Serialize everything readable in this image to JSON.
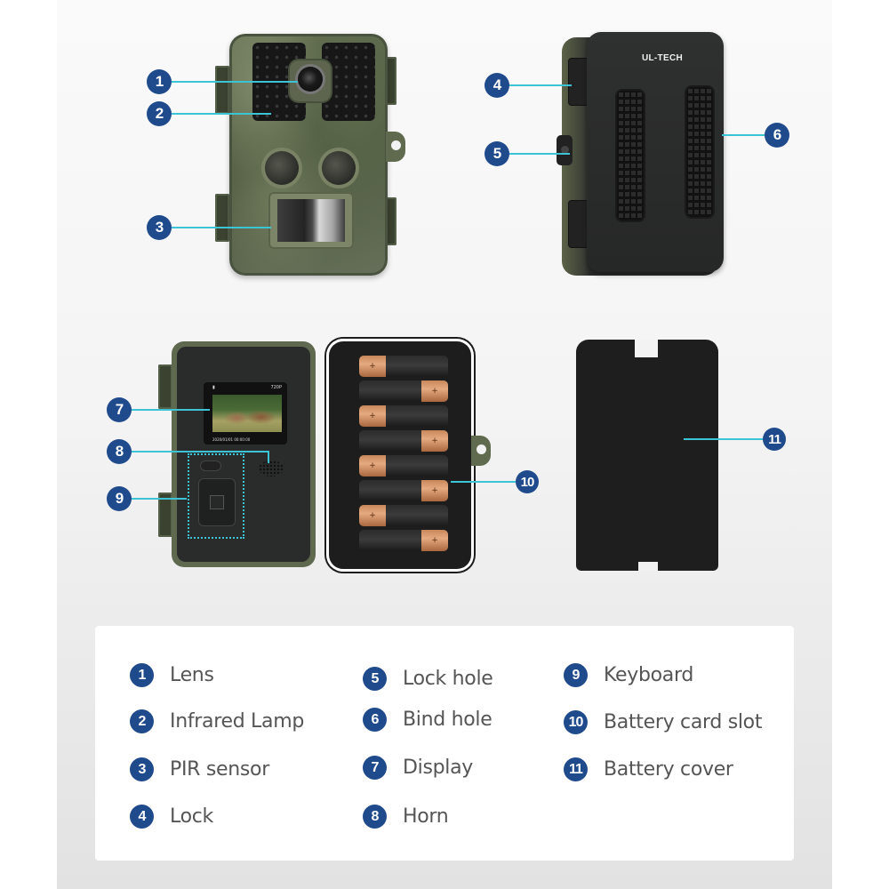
{
  "colors": {
    "badge": "#1f4a8c",
    "leader_line": "#3cc3d6",
    "label_text": "#555555",
    "panel_bg": "#ffffff",
    "stage_bg": "#f0f0f0"
  },
  "product": {
    "brand_mark": "UL-TECH",
    "display_screen": {
      "resolution_label": "720P",
      "timestamp_label": "2020/01/01 00:00:00"
    }
  },
  "views": {
    "front": {
      "name": "Camera front view",
      "callouts": [
        "1",
        "2",
        "3"
      ]
    },
    "back": {
      "name": "Camera back view",
      "callouts": [
        "4",
        "5",
        "6"
      ]
    },
    "open_interior": {
      "name": "Camera opened interior",
      "callouts": [
        "7",
        "8",
        "9",
        "10"
      ]
    },
    "cover": {
      "name": "Battery cover",
      "callouts": [
        "11"
      ]
    }
  },
  "callouts": [
    {
      "num": "1",
      "label": "Lens"
    },
    {
      "num": "2",
      "label": "Infrared Lamp"
    },
    {
      "num": "3",
      "label": "PIR sensor"
    },
    {
      "num": "4",
      "label": "Lock"
    },
    {
      "num": "5",
      "label": "Lock hole"
    },
    {
      "num": "6",
      "label": "Bind hole"
    },
    {
      "num": "7",
      "label": "Display"
    },
    {
      "num": "8",
      "label": "Horn"
    },
    {
      "num": "9",
      "label": "Keyboard"
    },
    {
      "num": "10",
      "label": "Battery card slot"
    },
    {
      "num": "11",
      "label": "Battery cover"
    }
  ],
  "batteries": {
    "count": 8,
    "polarity_mark": "+"
  }
}
